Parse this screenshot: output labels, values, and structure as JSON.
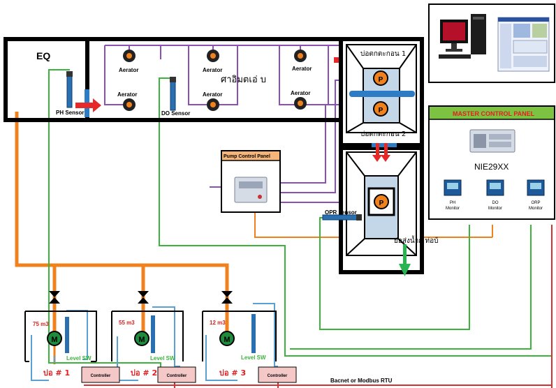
{
  "eq_label": "EQ",
  "aeration_label": "ศาอิมตเอ่ บ",
  "aerator_label": "Aerator",
  "ph_sensor_label": "PH Sensor",
  "do_sensor_label": "DO Sensor",
  "settling_tank_1_label": "บ่อตกตะกอน 1",
  "settling_tank_2_label": "บ่อตกตะกอน 2",
  "pump_symbol": "P",
  "pump_control_panel_label": "Pump Control Panel",
  "opr_sensor_label": "OPR sensor",
  "outlet_label": "ย่อส่งน้ำกั ท่อบ้",
  "master_control_panel_label": "MASTER CONTROL PANEL",
  "controller_model": "NIE29XX",
  "monitors": [
    {
      "line1": "PH",
      "line2": "Monitor"
    },
    {
      "line1": "DO",
      "line2": "Monitor"
    },
    {
      "line1": "ORP",
      "line2": "Monitor"
    }
  ],
  "wells": [
    {
      "volume": "75 m3",
      "name": "บ่อ # 1"
    },
    {
      "volume": "55 m3",
      "name": "บ่อ # 2"
    },
    {
      "volume": "12 m3",
      "name": "บ่อ # 3"
    }
  ],
  "motor_symbol": "M",
  "level_switch_label": "Level SW",
  "controller_label": "Controller",
  "bus_label": "Bacnet or Modbus RTU",
  "colors": {
    "orange_pipe": "#f0821e",
    "green_wire": "#3cb43c",
    "purple_line": "#8c50b4",
    "blue_line": "#5aa0d2",
    "red_bus": "#d23232",
    "flow_arrow_red": "#e62828",
    "flow_arrow_green": "#28b450",
    "panel_header_green": "#7dc342",
    "panel_header_orange": "#f5b478",
    "controller_pink": "#f5c8c8"
  },
  "icons": [
    "valve-icon",
    "motor-icon",
    "pump-icon",
    "sensor-probe-icon",
    "aerator-icon",
    "computer-icon",
    "flow-arrow-icon"
  ]
}
